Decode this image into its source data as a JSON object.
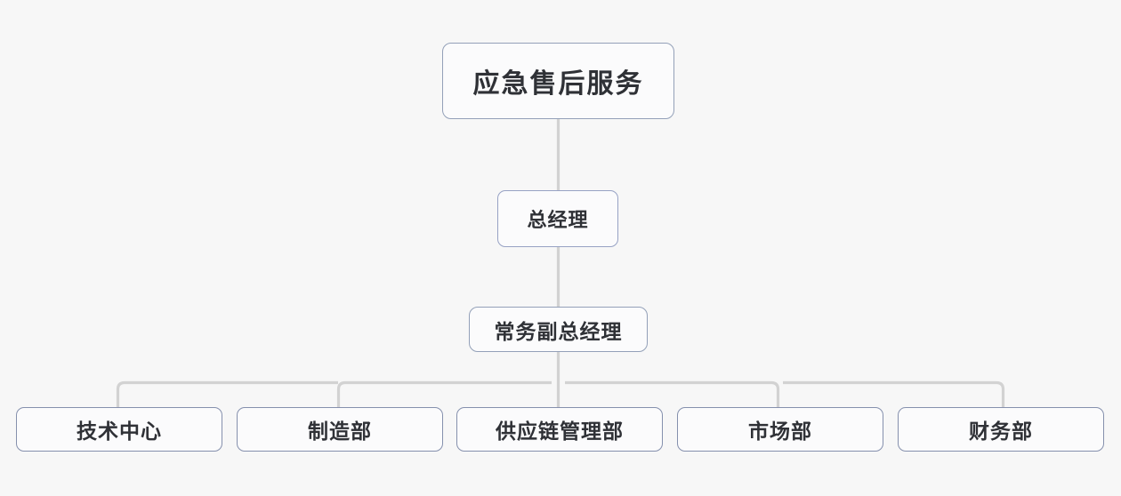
{
  "chart_data": {
    "type": "diagram",
    "diagram_type": "organization-chart",
    "title": "应急售后服务",
    "orientation": "top-down",
    "levels": 4,
    "background_color": "#f7f7f7",
    "node_fill_color": "#fbfbfc",
    "node_border_color": "#93a0b8",
    "connector_color": "#d2d2d2",
    "text_color": "#2f3136",
    "nodes": [
      {
        "id": "root",
        "label": "应急售后服务",
        "level": 0,
        "parent": null
      },
      {
        "id": "gm",
        "label": "总经理",
        "level": 1,
        "parent": "root"
      },
      {
        "id": "dgm",
        "label": "常务副总经理",
        "level": 2,
        "parent": "gm"
      },
      {
        "id": "dept0",
        "label": "技术中心",
        "level": 3,
        "parent": "dgm"
      },
      {
        "id": "dept1",
        "label": "制造部",
        "level": 3,
        "parent": "dgm"
      },
      {
        "id": "dept2",
        "label": "供应链管理部",
        "level": 3,
        "parent": "dgm"
      },
      {
        "id": "dept3",
        "label": "市场部",
        "level": 3,
        "parent": "dgm"
      },
      {
        "id": "dept4",
        "label": "财务部",
        "level": 3,
        "parent": "dgm"
      }
    ],
    "edges": [
      {
        "from": "root",
        "to": "gm",
        "style": "straight"
      },
      {
        "from": "gm",
        "to": "dgm",
        "style": "straight"
      },
      {
        "from": "dgm",
        "to": "dept0",
        "style": "elbow"
      },
      {
        "from": "dgm",
        "to": "dept1",
        "style": "elbow"
      },
      {
        "from": "dgm",
        "to": "dept2",
        "style": "straight"
      },
      {
        "from": "dgm",
        "to": "dept3",
        "style": "elbow"
      },
      {
        "from": "dgm",
        "to": "dept4",
        "style": "elbow"
      }
    ]
  },
  "root": {
    "label": "应急售后服务"
  },
  "general_manager": {
    "label": "总经理"
  },
  "deputy_general_manager": {
    "label": "常务副总经理"
  },
  "departments": [
    {
      "label": "技术中心"
    },
    {
      "label": "制造部"
    },
    {
      "label": "供应链管理部"
    },
    {
      "label": "市场部"
    },
    {
      "label": "财务部"
    }
  ]
}
